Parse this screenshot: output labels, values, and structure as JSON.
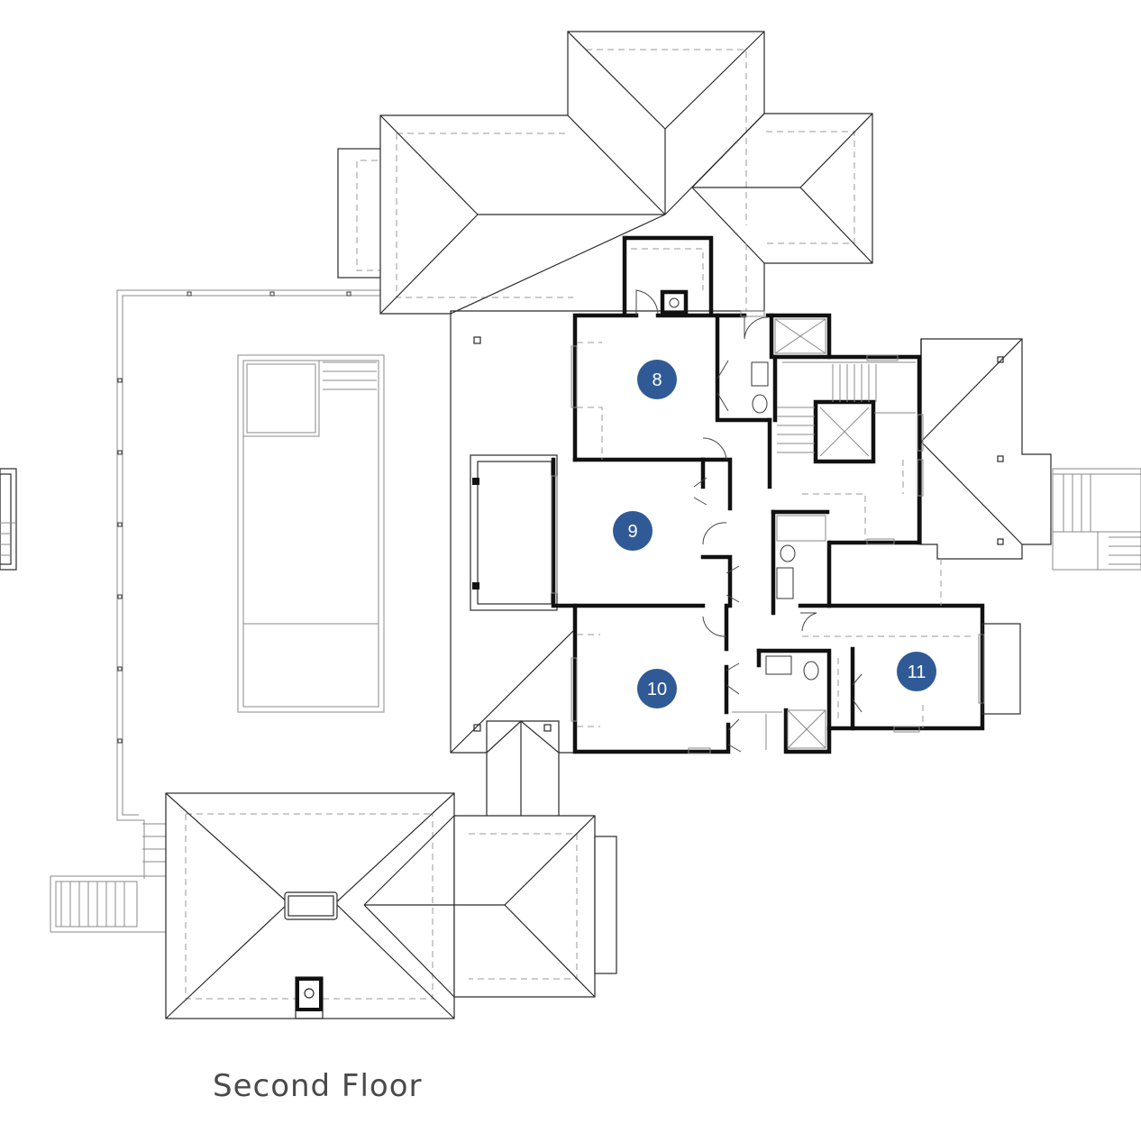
{
  "caption": "Second Floor",
  "rooms": [
    {
      "label": "8"
    },
    {
      "label": "9"
    },
    {
      "label": "10"
    },
    {
      "label": "11"
    }
  ],
  "colors": {
    "badge": "#2f5a96",
    "wall": "#111111",
    "line": "#2a2a2a",
    "caption": "#4a4a4a"
  }
}
